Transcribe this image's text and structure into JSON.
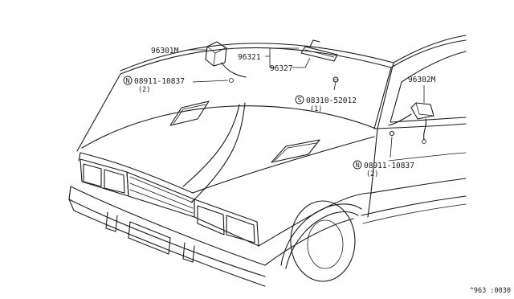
{
  "labels": {
    "inside_mirror_assy": "96321",
    "inside_mirror_part": "96327",
    "door_mirror_left": "96301M",
    "door_mirror_right": "96302M",
    "nut_left": {
      "symbol": "N",
      "number": "08911-10837",
      "qty": "(2)"
    },
    "nut_right": {
      "symbol": "N",
      "number": "08911-10837",
      "qty": "(2)"
    },
    "screw": {
      "symbol": "S",
      "number": "08310-52012",
      "qty": "(1)"
    }
  },
  "diagram_code": "^963 :0030"
}
